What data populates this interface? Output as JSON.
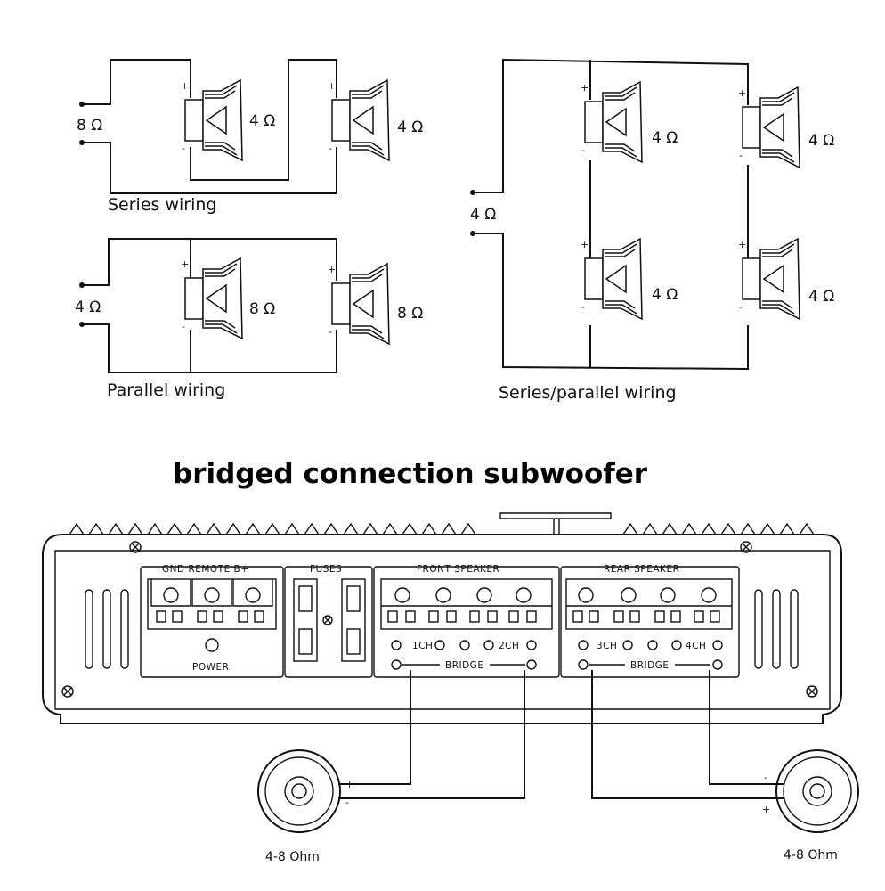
{
  "series": {
    "caption": "Series wiring",
    "input_ohm": "8 Ω",
    "spk1_ohm": "4 Ω",
    "spk2_ohm": "4 Ω"
  },
  "parallel": {
    "caption": "Parallel wiring",
    "input_ohm": "4 Ω",
    "spk1_ohm": "8 Ω",
    "spk2_ohm": "8 Ω"
  },
  "series_parallel": {
    "caption": "Series/parallel wiring",
    "input_ohm": "4 Ω",
    "spk_tl_ohm": "4 Ω",
    "spk_tr_ohm": "4 Ω",
    "spk_bl_ohm": "4 Ω",
    "spk_br_ohm": "4 Ω"
  },
  "bridge": {
    "title": "bridged connection subwoofer",
    "power_header": "GND REMOTE B+",
    "power_label": "POWER",
    "fuses_header": "FUSES",
    "front_header": "FRONT SPEAKER",
    "rear_header": "REAR SPEAKER",
    "front_ch1": "1CH",
    "front_ch2": "2CH",
    "rear_ch3": "3CH",
    "rear_ch4": "4CH",
    "bridge_label_front": "BRIDGE",
    "bridge_label_rear": "BRIDGE",
    "left_sub_label": "4-8 Ohm",
    "right_sub_label": "4-8 Ohm"
  },
  "polarity": {
    "plus": "+",
    "minus": "-"
  }
}
